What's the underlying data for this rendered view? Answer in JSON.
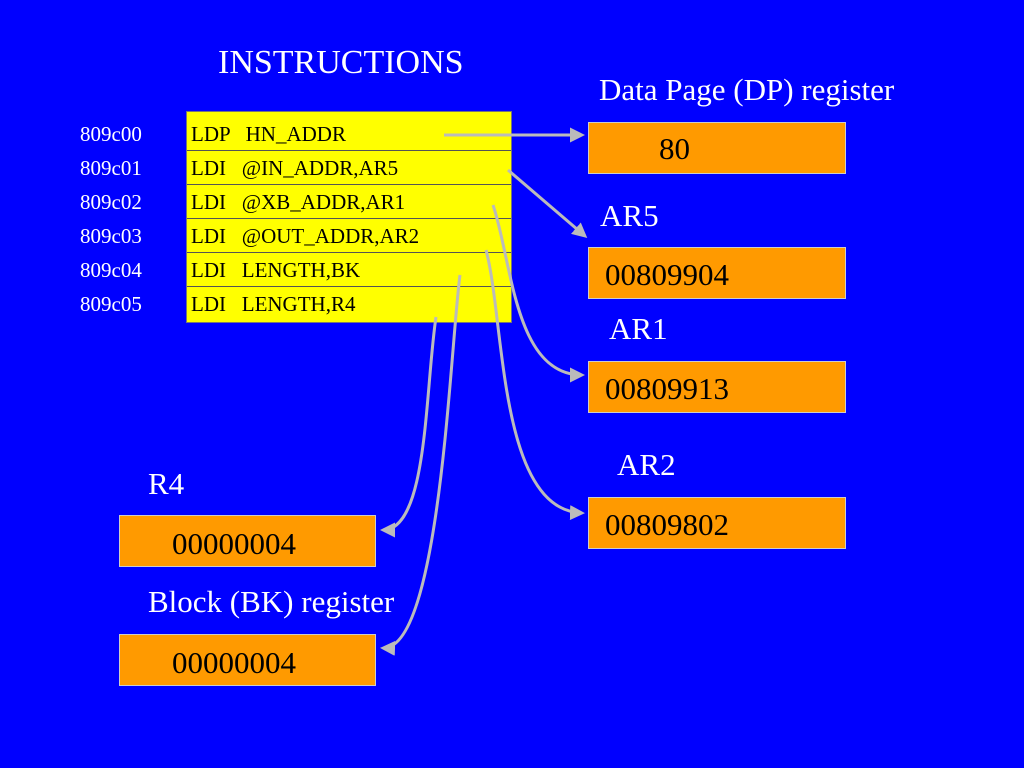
{
  "title": "INSTRUCTIONS",
  "addresses": [
    "809c00",
    "809c01",
    "809c02",
    "809c03",
    "809c04",
    "809c05"
  ],
  "instructions": [
    "LDP   HN_ADDR",
    "LDI   @IN_ADDR,AR5",
    "LDI   @XB_ADDR,AR1",
    "LDI   @OUT_ADDR,AR2",
    "LDI   LENGTH,BK",
    "LDI   LENGTH,R4"
  ],
  "registers": {
    "dp": {
      "label": "Data Page (DP) register",
      "value": "80"
    },
    "ar5": {
      "label": "AR5",
      "value": "00809904"
    },
    "ar1": {
      "label": "AR1",
      "value": "00809913"
    },
    "ar2": {
      "label": "AR2",
      "value": "00809802"
    },
    "r4": {
      "label": "R4",
      "value": "00000004"
    },
    "bk": {
      "label": "Block (BK) register",
      "value": "00000004"
    }
  },
  "colors": {
    "background": "#0000ff",
    "instruction_table": "#ffff00",
    "register_box": "#ff9a00",
    "arrow": "#bbbbbb"
  }
}
